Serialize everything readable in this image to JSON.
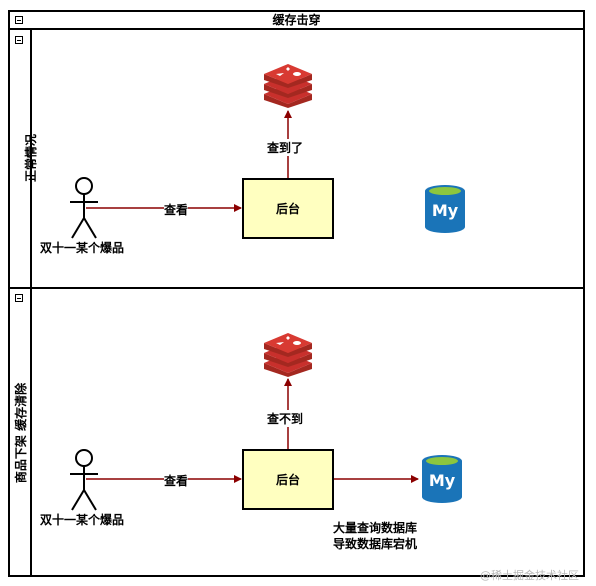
{
  "pool": {
    "title": "缓存击穿"
  },
  "lanes": [
    {
      "label": "正常情况",
      "actor_label": "双十一某个爆品",
      "box_label": "后台",
      "arrow_to_box": "查看",
      "arrow_to_cache": "查到了"
    },
    {
      "label": "商品下架 缓存清除",
      "actor_label": "双十一某个爆品",
      "box_label": "后台",
      "arrow_to_box": "查看",
      "arrow_to_cache": "查不到",
      "note_line1": "大量查询数据库",
      "note_line2": "导致数据库宕机"
    }
  ],
  "icons": {
    "cache": "redis-icon",
    "database": "mysql-icon",
    "actor": "person-icon"
  },
  "mysql_text": "My",
  "watermark": "@稀土掘金技术社区",
  "colors": {
    "arrow": "#8b0000",
    "box_fill": "#ffffc0",
    "redis": "#c8302c",
    "mysql": "#1a74b8"
  }
}
